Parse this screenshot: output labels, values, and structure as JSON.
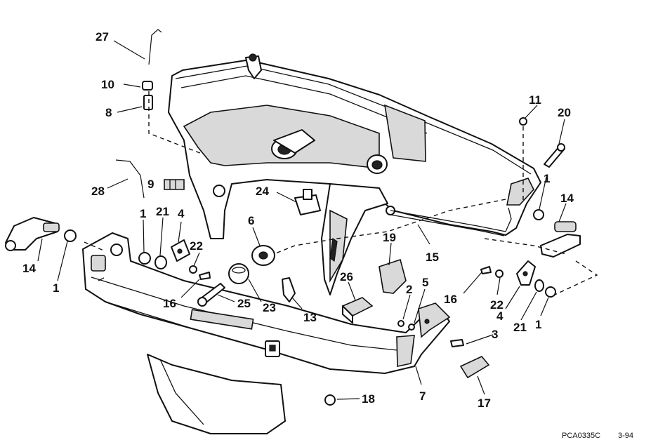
{
  "callouts": {
    "c27": "27",
    "c10": "10",
    "c8": "8",
    "c9": "9",
    "c28": "28",
    "c24": "24",
    "c11": "11",
    "c20": "20",
    "c1_right_top": "1",
    "c14_right": "14",
    "c14_left": "14",
    "c1_left_bottom": "1",
    "c1_left_mid": "1",
    "c21_left": "21",
    "c4_left": "4",
    "c22_left": "22",
    "c6": "6",
    "c19": "19",
    "c15": "15",
    "c16_left": "16",
    "c25": "25",
    "c23": "23",
    "c13": "13",
    "c26": "26",
    "c2": "2",
    "c5": "5",
    "c16_right": "16",
    "c22_right": "22",
    "c4_right": "4",
    "c21_right": "21",
    "c1_right_bottom": "1",
    "c3": "3",
    "c7": "7",
    "c17": "17",
    "c18": "18"
  },
  "footer": {
    "code": "PCA0335C",
    "date": "3-94"
  }
}
